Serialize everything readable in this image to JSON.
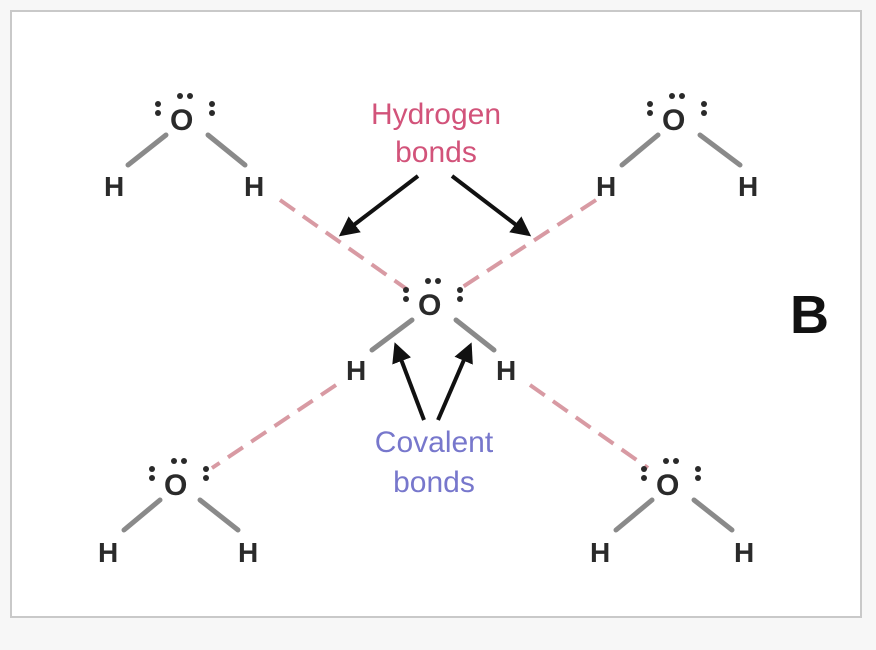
{
  "diagram": {
    "panel_letter": "B",
    "hydrogen_label": [
      "Hydrogen",
      "bonds"
    ],
    "covalent_label": [
      "Covalent",
      "bonds"
    ],
    "oxygen_symbol": "O",
    "hydrogen_symbol": "H",
    "colors": {
      "hydrogen_bond_label": "#d2537a",
      "covalent_bond_label": "#7777cc",
      "hydrogen_bond_line": "#d89aa3",
      "covalent_bond_line": "#8a8a8a",
      "atoms": "#2a2a2a"
    }
  }
}
